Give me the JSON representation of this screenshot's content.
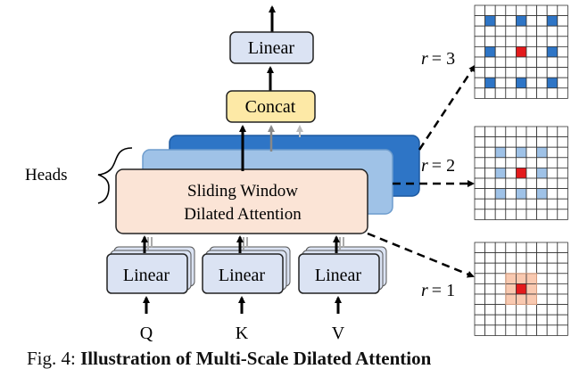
{
  "figure": {
    "heads_label": "Heads",
    "attention_label_line1": "Sliding Window",
    "attention_label_line2": "Dilated Attention",
    "concat_label": "Concat",
    "output_linear_label": "Linear",
    "input_linear_label": "Linear",
    "inputs": [
      "Q",
      "K",
      "V"
    ],
    "r_symbol": "r",
    "dilation_rates": [
      "= 3",
      "= 2",
      "= 1"
    ]
  },
  "caption": {
    "prefix": "Fig. 4:",
    "bold_text": "Illustration of Multi-Scale Dilated Attention"
  },
  "colors": {
    "linear_fill": "#dbe3f3",
    "concat_fill": "#fde9a6",
    "attention_fill": "#fbe4d6",
    "head2_fill": "#9fc2e7",
    "head3_fill": "#2e75c6",
    "center_red": "#e31a1c",
    "r3_cell": "#2e75c6",
    "r2_cell": "#9fc2e7",
    "r1_cell": "#f9c9b0"
  }
}
